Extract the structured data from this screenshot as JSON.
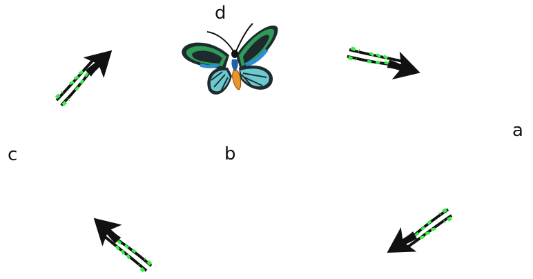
{
  "labels": {
    "a": "a",
    "b": "b",
    "c": "c",
    "d": "d"
  },
  "icons": {
    "center": "butterfly-icon",
    "arrows": [
      "arrow-right-down-icon",
      "arrow-down-left-icon",
      "arrow-up-left-icon",
      "arrow-up-right-icon"
    ]
  },
  "colors": {
    "arrow": "#111111",
    "motion_trail": "#33ee44",
    "wing_dark": "#1f2a2e",
    "wing_green": "#2e9b57",
    "wing_blue": "#2c8fd0",
    "hindwing_teal": "#6cc9d0",
    "body_orange": "#e8952c"
  }
}
